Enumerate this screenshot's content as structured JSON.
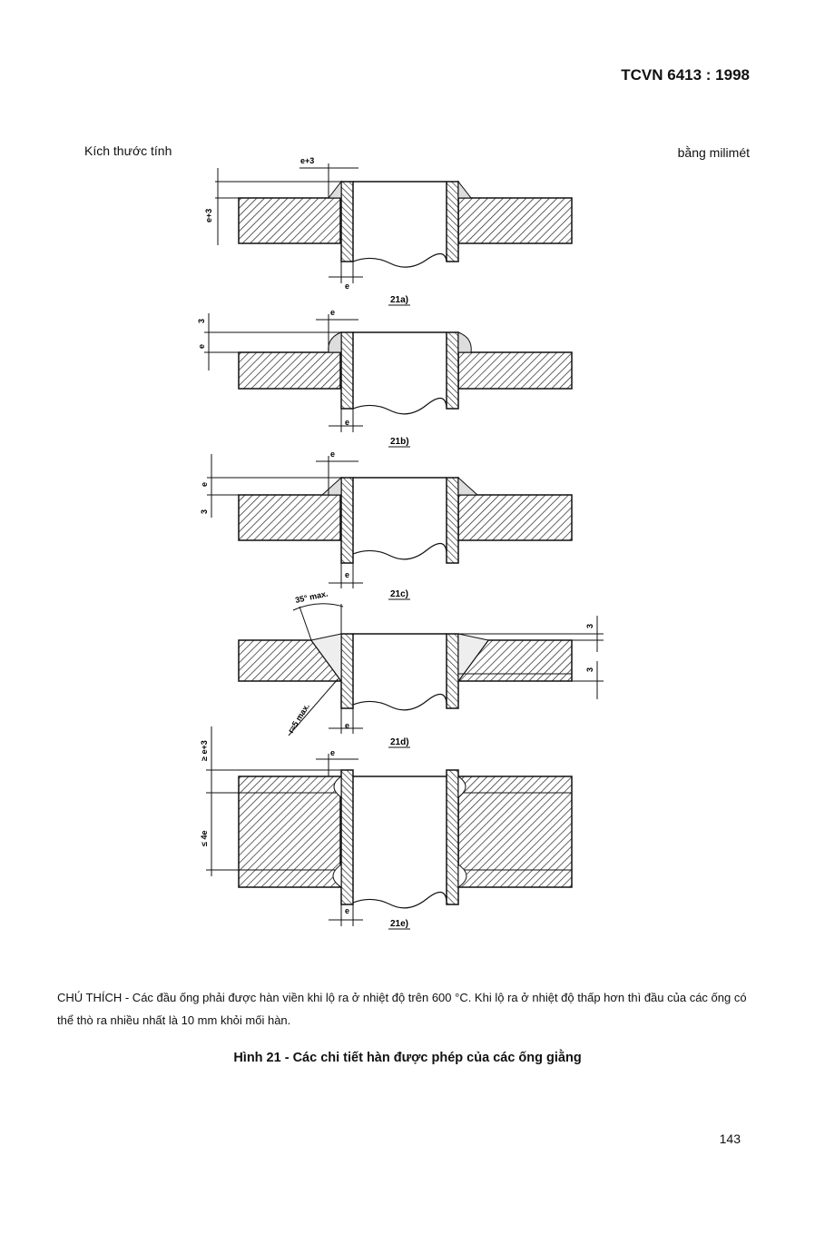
{
  "header": {
    "standard": "TCVN 6413 : 1998"
  },
  "units": {
    "left": "Kích thước tính",
    "right": "bằng milimét"
  },
  "figure": {
    "subfigures": [
      "21a)",
      "21b)",
      "21c)",
      "21d)",
      "21e)"
    ],
    "labels": {
      "e": "e",
      "e_plus_3": "e+3",
      "three": "3",
      "ge_e_plus_3": "≥ e+3",
      "le_4e": "≤ 4e",
      "angle": "35° max.",
      "radius": "r≈5 max."
    }
  },
  "note": "CHÚ THÍCH - Các đầu ống phải được hàn viền khi lộ ra ở nhiệt độ trên 600 °C. Khi lộ ra ở nhiệt độ thấp hơn thì đầu của các ống có thể thò ra nhiều nhất là 10 mm khỏi mối hàn.",
  "caption": "Hình 21 - Các chi tiết hàn được phép của các ống giằng",
  "page_number": "143"
}
